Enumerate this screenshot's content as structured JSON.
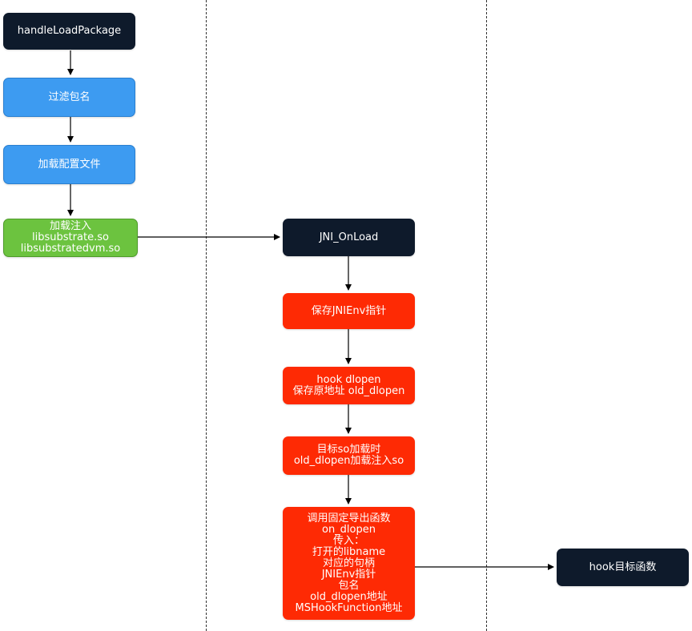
{
  "nodes": {
    "handle_load_package": "handleLoadPackage",
    "filter_package": "过滤包名",
    "load_config": "加载配置文件",
    "load_inject": "加载注入\nlibsubstrate.so\nlibsubstratedvm.so",
    "jni_onload": "JNI_OnLoad",
    "save_jnienv": "保存JNIEnv指针",
    "hook_dlopen": "hook dlopen\n保存原地址 old_dlopen",
    "target_so": "目标so加载时\nold_dlopen加载注入so",
    "call_export": "调用固定导出函数\non_dlopen\n传入：\n打开的libname\n对应的句柄\nJNIEnv指针\n包名\nold_dlopen地址\nMSHookFunction地址",
    "hook_target": "hook目标函数"
  },
  "colors": {
    "dark": "#0e1a2b",
    "blue": "#3d9bf1",
    "green": "#6cc33f",
    "red": "#fe2a04",
    "line": "#000000"
  }
}
